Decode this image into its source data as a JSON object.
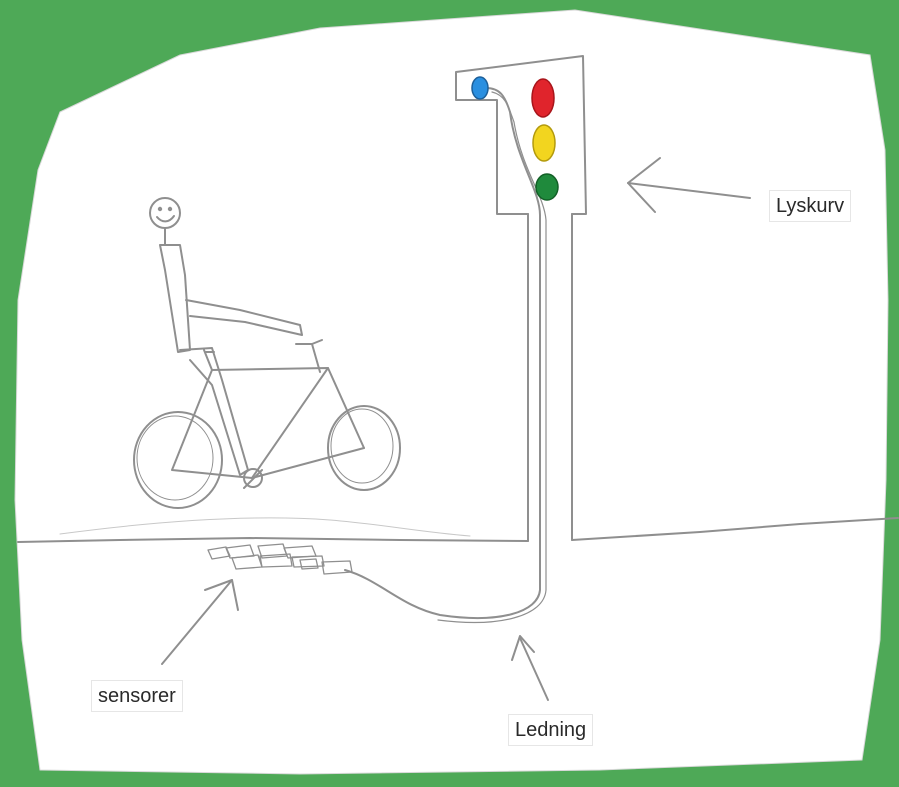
{
  "labels": {
    "traffic_light_head": "Lyskurv",
    "sensors": "sensorer",
    "cable": "Ledning"
  },
  "colors": {
    "background_green": "#4ea957",
    "paper": "#ffffff",
    "pencil": "#8f8f8f",
    "lamp_red": "#e0242c",
    "lamp_yellow": "#f2d51f",
    "lamp_green": "#1f8a3c",
    "lamp_blue": "#2a8fe0"
  }
}
